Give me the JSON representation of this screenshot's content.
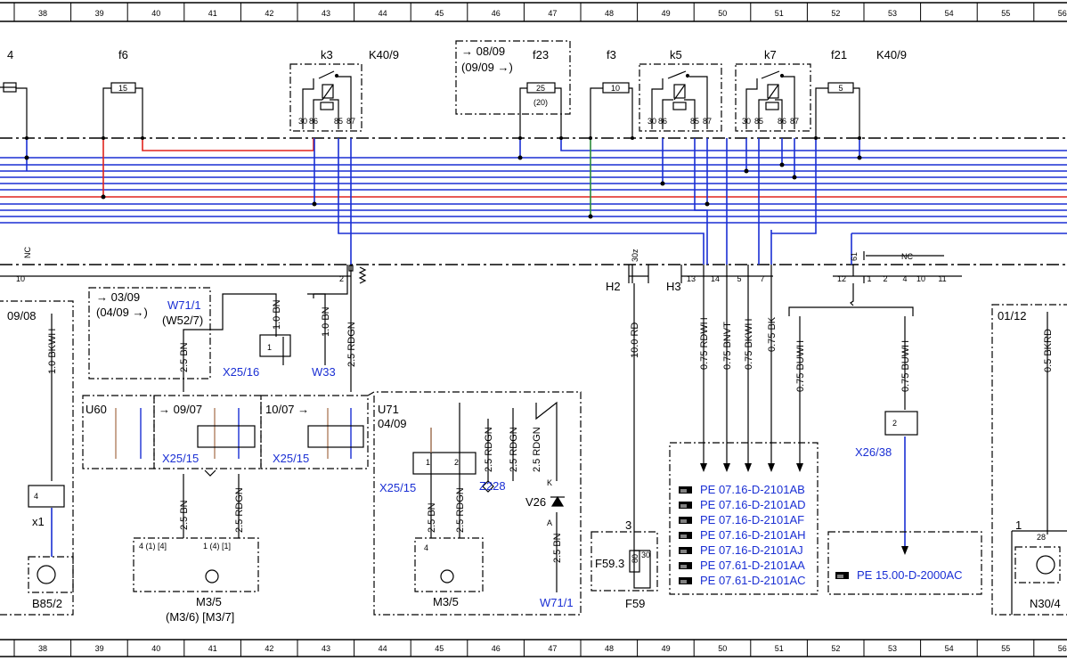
{
  "grid_numbers": [
    "38",
    "39",
    "40",
    "41",
    "42",
    "43",
    "44",
    "45",
    "46",
    "47",
    "48",
    "49",
    "50",
    "51",
    "52",
    "53",
    "54",
    "55",
    "56"
  ],
  "colors": {
    "blue": "#1a2fd4",
    "red": "#e0241d",
    "brown": "#b08060",
    "green": "#2a8a3a",
    "black": "#000000"
  },
  "top": {
    "f6": "f6",
    "f6_rating": "15",
    "k3": "k3",
    "k40_9_a": "K40/9",
    "box_0809": "→ 08/09",
    "box_0909": "(09/09 →)",
    "f23": "f23",
    "f23_rating": "25",
    "f23_alt": "(20)",
    "f3": "f3",
    "f3_rating": "10",
    "k5": "k5",
    "k7": "k7",
    "f21": "f21",
    "f21_rating": "5",
    "k40_9_b": "K40/9",
    "edge_4": "4",
    "pins_k3": [
      "30",
      "86",
      "85",
      "87"
    ],
    "pins_k5": [
      "30",
      "86",
      "85",
      "87"
    ],
    "pins_k7": [
      "30",
      "85",
      "86",
      "87"
    ]
  },
  "connector_row": {
    "nc_left": "NC",
    "num_10": "10",
    "num_2": "2",
    "h2": "H2",
    "h2_pin": "30z",
    "h3": "H3",
    "pins_h3": [
      "13",
      "14",
      "5",
      "7"
    ],
    "num_12": "12",
    "pin_61": "61",
    "nc_right": "NC",
    "pins_right": [
      "1",
      "2",
      "4",
      "10",
      "11"
    ]
  },
  "middle": {
    "edge_0908": "09/08",
    "wire_1bkwh": "1.0 BKWH",
    "box_0309": "→ 03/09",
    "box_0409": "(04/09 →)",
    "w71_1": "W71/1",
    "w52_7": "(W52/7)",
    "wire_25bn_a": "2.5 BN",
    "wire_10bn_a": "1.0 BN",
    "wire_10bn_b": "1.0 BN",
    "x25_16": "X25/16",
    "w33": "W33",
    "wire_25rdgn_a": "2.5 RDGN",
    "wire_100rd": "10.0 RD",
    "wire_075rdwh": "0.75 RDWH",
    "wire_075bnvt": "0.75 BNVT",
    "wire_075bkwh": "0.75 BKWH",
    "wire_075bk": "0.75 BK",
    "wire_075buwh_a": "0.75 BUWH",
    "wire_075buwh_b": "0.75 BUWH",
    "edge_0112": "01/12",
    "wire_05bkrd": "0.5 BKRD",
    "pin1": "1",
    "pin2": "2"
  },
  "lower": {
    "u60": "U60",
    "box_0907": "→ 09/07",
    "box_1007": "10/07 →",
    "x25_15_a": "X25/15",
    "x25_15_b": "X25/15",
    "u71": "U71",
    "u71_date": "04/09",
    "wire_25rdgn_b": "2.5 RDGN",
    "wire_25rdgn_c": "2.5 RDGN",
    "wire_25rdgn_d": "2.5 RDGN",
    "x25_15_c": "X25/15",
    "z228": "Z228",
    "v26": "V26",
    "pin_k": "K",
    "pin_a": "A",
    "wire_25bn_b": "2.5 BN",
    "wire_25rdgn_e": "2.5 RDGN",
    "wire_25bn_c": "2.5 BN",
    "wire_25rdgn_f": "2.5 RDGN",
    "wire_25bn_d": "2.5 BN",
    "x26_38": "X26/38",
    "num_3": "3",
    "f59_3": "F59.3",
    "f59_3_rating": "80",
    "num_30": "30",
    "f59": "F59",
    "w71_1_b": "W71/1",
    "x1": "x1",
    "b85_2": "B85/2",
    "m35_pins_a": "4 (1) [4]",
    "m35_pins_b": "1 (4) [1]",
    "m35_a": "M3/5",
    "m35_alt": "(M3/6)  [M3/7]",
    "m35_b": "M3/5",
    "n30": "N30/4",
    "num_1": "1",
    "num_28": "28",
    "pin_4": "4",
    "pin_4b": "4",
    "pin_2": "2",
    "pin_1": "1"
  },
  "refs": [
    "PE 07.16-D-2101AB",
    "PE 07.16-D-2101AD",
    "PE 07.16-D-2101AF",
    "PE 07.16-D-2101AH",
    "PE 07.16-D-2101AJ",
    "PE 07.61-D-2101AA",
    "PE 07.61-D-2101AC"
  ],
  "ref_single": "PE 15.00-D-2000AC"
}
